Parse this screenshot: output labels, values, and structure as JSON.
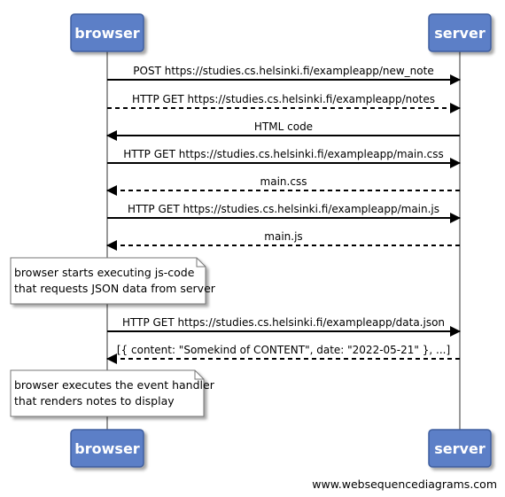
{
  "participants": {
    "browser": "browser",
    "server": "server"
  },
  "messages": [
    {
      "text": "POST https://studies.cs.helsinki.fi/exampleapp/new_note",
      "direction": "right",
      "style": "solid"
    },
    {
      "text": "HTTP GET https://studies.cs.helsinki.fi/exampleapp/notes",
      "direction": "right",
      "style": "dashed"
    },
    {
      "text": "HTML code",
      "direction": "left",
      "style": "solid"
    },
    {
      "text": "HTTP GET https://studies.cs.helsinki.fi/exampleapp/main.css",
      "direction": "right",
      "style": "solid"
    },
    {
      "text": "main.css",
      "direction": "left",
      "style": "dashed"
    },
    {
      "text": "HTTP GET https://studies.cs.helsinki.fi/exampleapp/main.js",
      "direction": "right",
      "style": "solid"
    },
    {
      "text": "main.js",
      "direction": "left",
      "style": "dashed"
    },
    {
      "text": "HTTP GET https://studies.cs.helsinki.fi/exampleapp/data.json",
      "direction": "right",
      "style": "solid"
    },
    {
      "text": "[{ content: \"Somekind of CONTENT\", date: \"2022-05-21\" }, ...]",
      "direction": "left",
      "style": "dashed"
    }
  ],
  "notes": [
    {
      "lines": [
        "browser starts executing js-code",
        "that requests JSON data from server"
      ]
    },
    {
      "lines": [
        "browser executes the event handler",
        "that renders notes to display"
      ]
    }
  ],
  "colors": {
    "actor_fill": "#5B7FC7",
    "actor_stroke": "#3F5F9F",
    "lifeline": "#999999",
    "note_fill": "#ffffff",
    "note_stroke": "#777777"
  },
  "footer": "www.websequencediagrams.com"
}
